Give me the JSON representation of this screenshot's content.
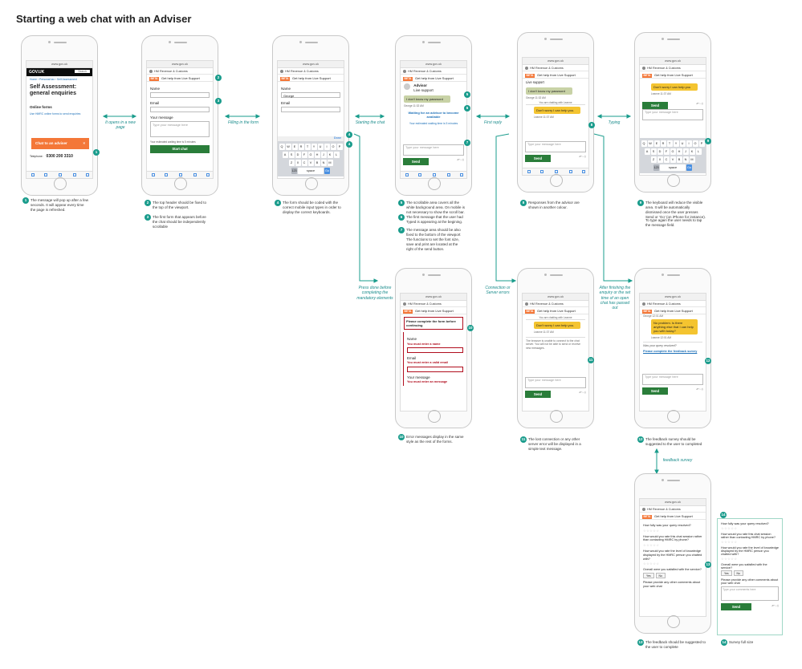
{
  "title": "Starting a web chat with an Adviser",
  "common": {
    "url": "www.gov.uk",
    "hmrc_header": "HM Revenue & Customs",
    "beta_tag": "BETA",
    "help_header": "Get help from Live Support",
    "send": "Send",
    "msg_placeholder": "Type your message here",
    "opts": "Aᵃ ↓ ⎙"
  },
  "screen1": {
    "logo": "GOV.UK",
    "search": "Search",
    "crumbs": "Home › Personal tax › Self Assessment",
    "heading": "Self Assessment: general enquiries",
    "online_forms": "Online forms",
    "link": "Use HMRC online forms to send enquiries",
    "chat_button": "Chat to an adviser",
    "close": "×",
    "phone_label": "Telephone:",
    "phone_number": "0300 200 3310"
  },
  "form": {
    "name_label": "Name",
    "email_label": "Email",
    "message_label": "Your message",
    "message_placeholder": "Type your message here",
    "wait": "Your estimated waiting time is 5 minutes",
    "start_chat": "Start chat",
    "name_value": "George"
  },
  "keyboard": {
    "done": "Done",
    "row1": [
      "Q",
      "W",
      "E",
      "R",
      "T",
      "Y",
      "U",
      "I",
      "O",
      "P"
    ],
    "row2": [
      "A",
      "S",
      "D",
      "F",
      "G",
      "H",
      "J",
      "K",
      "L"
    ],
    "row3": [
      "Z",
      "X",
      "C",
      "V",
      "B",
      "N",
      "M"
    ],
    "space": "space",
    "go": "Go"
  },
  "chat": {
    "advisor_title": "Advisor",
    "advisor_sub": "Live support",
    "live_support": "Live support",
    "user_msg": "I don't know my password",
    "user_meta": "George  11:32 AM",
    "waiting": "Waiting for an advisor to become available",
    "waiting_time": "Your estimated waiting time is 5 minutes",
    "notice": "You are chatting with Leanne",
    "advisor_reply": "Don't worry I can help you.",
    "advisor_meta": "Leanne  11:37 AM",
    "typing_reply": "Don't worry I can help you",
    "typing_meta": "Leanne  11:37 AM",
    "conn_error": "The browser is unable to connect to the chat server. You will not be able to send or receive new messages.",
    "closing_msg": "No problem. Is there anything else that I can help you with today?",
    "closing_meta": "Leanne  12:01 AM",
    "george_meta": "George  12:01 AM",
    "resolved_q": "Was your query resolved?",
    "survey_link": "Please complete the feedback survey"
  },
  "errors": {
    "summary": "Please complete the form before continuing",
    "name_label": "Name",
    "name_err": "You must enter a name",
    "email_label": "Email",
    "email_err": "You must enter a valid email",
    "msg_label": "Your message",
    "msg_err": "You must enter an message"
  },
  "survey": {
    "q1": "How fully was your query resolved?",
    "q2": "How would you rate this chat session rather than contacting HMRC by phone?",
    "q3": "How would you rate the level of knowledge displayed by the HMRC person you chatted with?",
    "q4": "Overall were you satisfied with the service?",
    "yes": "Yes",
    "no": "No",
    "q5": "Please provide any other comments about your web chat",
    "comments_placeholder": "Type your comments here",
    "stars": "☆☆☆☆☆"
  },
  "arrows": {
    "a1": "It opens in a new page",
    "a2": "Filling in the form",
    "a3": "Starting the chat",
    "a4": "First reply",
    "a5": "Typing",
    "a6": "Press done before completing the mandatory elements",
    "a7": "Connection or Server errors",
    "a8": "After finishing the enquiry or the set time of an open chat has passed out",
    "a9": "feedback survey"
  },
  "markers": [
    "1",
    "2",
    "3",
    "4",
    "5",
    "6",
    "7",
    "8",
    "9",
    "10",
    "11",
    "12",
    "13",
    "14"
  ],
  "notes": {
    "n1": "The message will pop up after a few seconds. It will appear every time the page is refreshed.",
    "n2": "The top header should be fixed to the top of the viewport.",
    "n3": "The first form that appears before the chat should be independently scrollable",
    "n4": "The form should be coded with the correct mobile input types in order to display the correct keyboards.",
    "n5": "The scrollable area covers all the white background area. On mobile is not necessary to show the scroll bar.",
    "n6": "The first message that the user had Typed is appearing at the begining.",
    "n7": "The message area should be also fixed to the bottom of the viewport",
    "n7b": "The functions to set the font size, save and print are located at the right of the send button.",
    "n8": "Responses from the advisor are shown in another colour.",
    "n9": "The keyboard will reduce the visible area. It will be automatically dismissed once the user presses Send or 'Go' (on iPhone for instance).",
    "n9b": "To type again the user needs to tap the message field.",
    "n10": "Error messages display in the same style as the rest of the forms.",
    "n11": "The lost connection or any other server error will be displayed in a simple text message.",
    "n12": "The feedback survey should be suggested to the user to completed",
    "n13": "The feedback should be suggested to the user to complete",
    "n14": "Survey full size"
  }
}
